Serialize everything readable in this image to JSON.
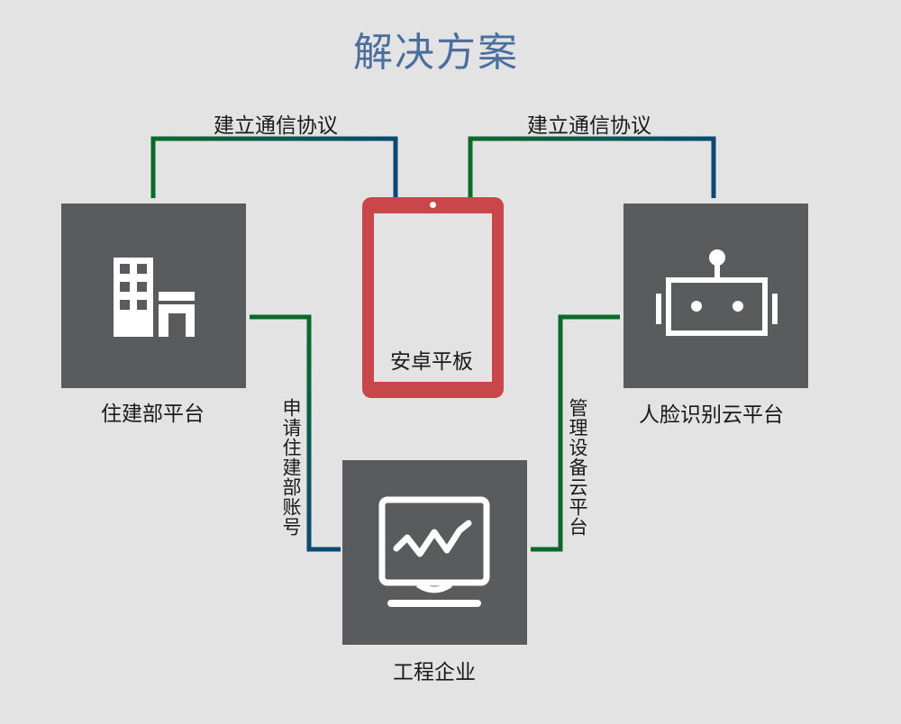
{
  "title": "解决方案",
  "links": {
    "left_top": "建立通信协议",
    "right_top": "建立通信协议",
    "left_vertical": "申请住建部账号",
    "right_vertical": "管理设备云平台"
  },
  "nodes": {
    "housing_platform": "住建部平台",
    "tablet": "安卓平板",
    "face_cloud": "人脸识别云平台",
    "enterprise": "工程企业"
  },
  "colors": {
    "title": "#4a6e9e",
    "box": "#5a5b5d",
    "tablet": "#c9474a",
    "line_green": "#0b6a2a",
    "line_blue": "#0a4a72"
  }
}
